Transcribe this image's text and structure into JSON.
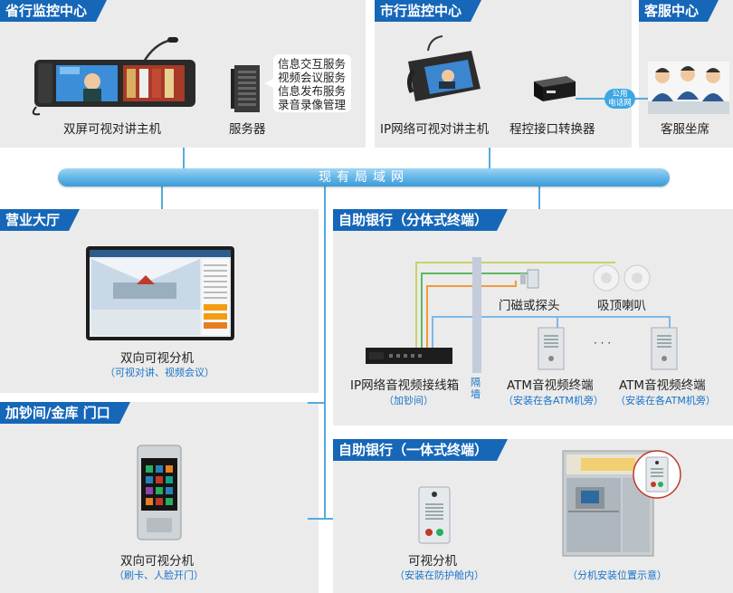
{
  "sections": {
    "province": {
      "title": "省行监控中心"
    },
    "city": {
      "title": "市行监控中心"
    },
    "service": {
      "title": "客服中心"
    },
    "hall": {
      "title": "营业大厅"
    },
    "atm_split": {
      "title": "自助银行（分体式终端）"
    },
    "vault": {
      "title": "加钞间/金库 门口"
    },
    "atm_integrated": {
      "title": "自助银行（一体式终端）"
    }
  },
  "network": {
    "label": "现有局域网",
    "pstn": "公用\n电话网"
  },
  "devices": {
    "dual_host": {
      "label": "双屏可视对讲主机"
    },
    "server": {
      "label": "服务器",
      "services": [
        "信息交互服务",
        "视频会议服务",
        "信息发布服务",
        "录音录像管理"
      ]
    },
    "ip_host": {
      "label": "IP网络可视对讲主机"
    },
    "converter": {
      "label": "程控接口转换器"
    },
    "agent": {
      "label": "客服坐席"
    },
    "hall_ext": {
      "label": "双向可视分机",
      "note": "（可视对讲、视频会议）"
    },
    "door_sensor": {
      "label": "门磁或探头"
    },
    "speaker": {
      "label": "吸顶喇叭"
    },
    "ip_box": {
      "label": "IP网络音视频接线箱",
      "note": "（加钞间）"
    },
    "wall": {
      "label": "隔\n墙"
    },
    "atm_term_1": {
      "label": "ATM音视频终端",
      "note": "（安装在各ATM机旁）"
    },
    "ellipsis": "· · ·",
    "atm_term_2": {
      "label": "ATM音视频终端",
      "note": "（安装在各ATM机旁）"
    },
    "vault_ext": {
      "label": "双向可视分机",
      "note": "（刷卡、人脸开门）"
    },
    "visual_ext": {
      "label": "可视分机",
      "note": "（安装在防护舱内）"
    },
    "install_demo": {
      "label": "",
      "note": "（分机安装位置示意）"
    }
  },
  "colors": {
    "tag": "#1667b8",
    "network": "#55aadf",
    "panel": "#ebebeb",
    "note": "#1a73c8"
  }
}
